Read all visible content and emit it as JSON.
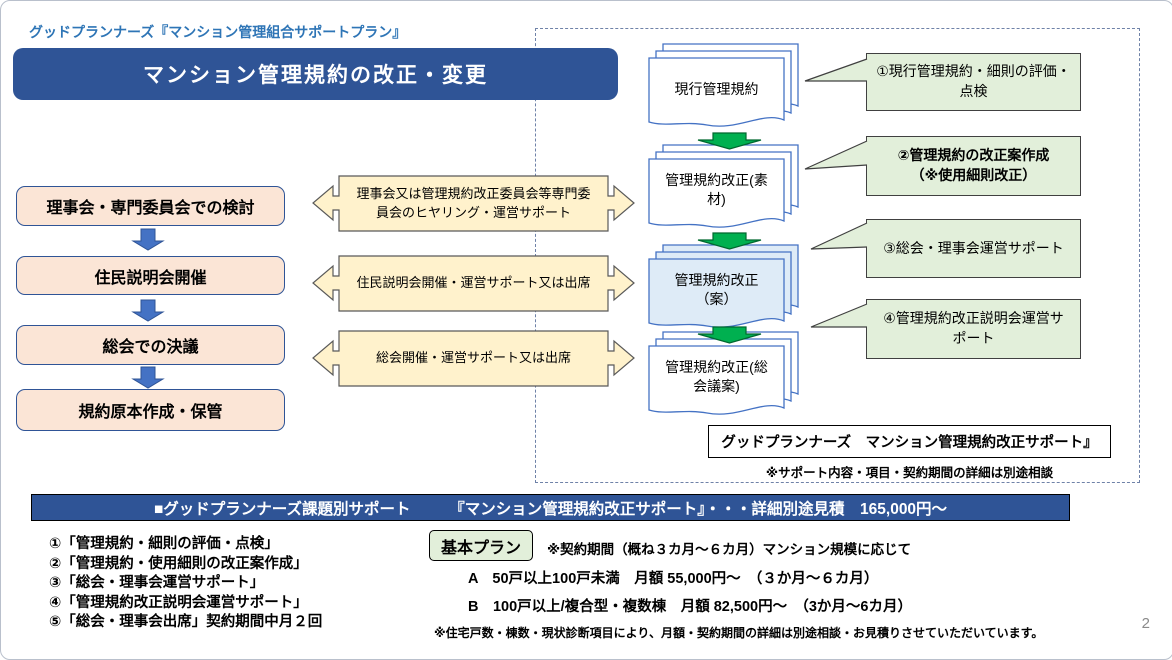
{
  "slide": {
    "header": "グッドプランナーズ『マンション管理組合サポートプラン』",
    "title": "マンション管理規約の改正・変更",
    "page_number": "2"
  },
  "left_flow": {
    "steps": [
      "理事会・専門委員会での検討",
      "住民説明会開催",
      "総会での決議",
      "規約原本作成・保管"
    ]
  },
  "support_arrows": [
    "理事会又は管理規約改正委員会等専門委\n員会のヒヤリング・運営サポート",
    "住民説明会開催・運営サポート又は出席",
    "総会開催・運営サポート又は出席"
  ],
  "doc_flow": {
    "documents": [
      "現行管理規約",
      "管理規約改正(素\n材)",
      "管理規約改正\n（案）",
      "管理規約改正(総\n会議案)"
    ],
    "callouts": [
      "①現行管理規約・細則の評価・\n点検",
      "②管理規約の改正案作成\n（※使用細則改正）",
      "③総会・理事会運営サポート",
      "④管理規約改正説明会運営サ\nポート"
    ],
    "footer_box": "グッドプランナーズ　マンション管理規約改正サポート』",
    "footer_note": "※サポート内容・項目・契約期間の詳細は別途相談"
  },
  "pricing": {
    "banner": "■グッドプランナーズ課題別サポート　　　『マンション管理規約改正サポート』・・・詳細別途見積　165,000円～",
    "items": [
      "①「管理規約・細則の評価・点検」",
      "②「管理規約・使用細則の改正案作成」",
      "③「総会・理事会運営サポート」",
      "④「管理規約改正説明会運営サポート」",
      "⑤「総会・理事会出席」契約期間中月２回"
    ],
    "basic_plan_label": "基本プラン",
    "basic_plan_note": "※契約期間（概ね３カ月～６カ月）マンション規模に応じて",
    "plan_a": "A　50戸以上100戸未満　月額 55,000円～　（３か月～６カ月）",
    "plan_b": "B　100戸以上/複合型・複数棟　月額 82,500円～　（3か月～6カ月）",
    "footnote": "※住宅戸数・棟数・現状診断項目により、月額・契約期間の詳細は別途相談・お見積りさせていただいています。"
  },
  "colors": {
    "banner_blue": "#2F5496",
    "header_text_blue": "#2E75B6",
    "step_box_fill": "#FBE5D6",
    "step_box_border": "#2F5496",
    "support_arrow_fill": "#FFF2CC",
    "doc_border": "#4472C4",
    "doc_case_fill": "#DEEBF7",
    "green_arrow": "#00B050",
    "callout_fill": "#E2EFDA",
    "blue_arrow": "#4472C4"
  }
}
